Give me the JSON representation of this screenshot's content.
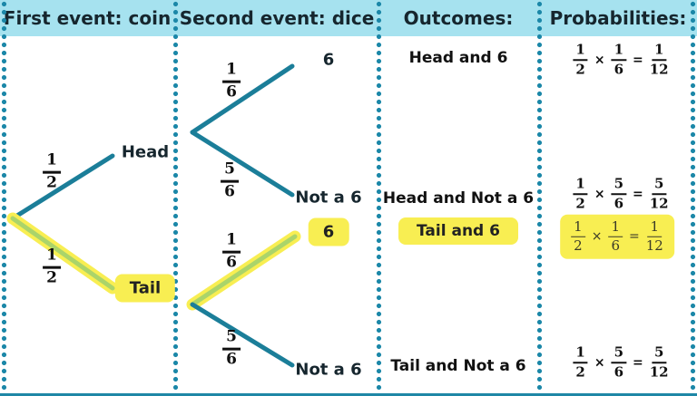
{
  "headers": {
    "col1": "First event: coin",
    "col2": "Second event: dice",
    "col3": "Outcomes:",
    "col4": "Probabilities:"
  },
  "coin_tree": {
    "head_label": "Head",
    "tail_label": "Tail",
    "head_prob": {
      "num": "1",
      "den": "2"
    },
    "tail_prob": {
      "num": "1",
      "den": "2"
    }
  },
  "dice_tree_head": {
    "six_label": "6",
    "notsix_label": "Not a 6",
    "six_prob": {
      "num": "1",
      "den": "6"
    },
    "notsix_prob": {
      "num": "5",
      "den": "6"
    }
  },
  "dice_tree_tail": {
    "six_label": "6",
    "notsix_label": "Not a 6",
    "six_prob": {
      "num": "1",
      "den": "6"
    },
    "notsix_prob": {
      "num": "5",
      "den": "6"
    }
  },
  "outcomes": {
    "row1": "Head and 6",
    "row2": "Head and Not a 6",
    "row3": "Tail and 6",
    "row4": "Tail and Not a 6"
  },
  "probabilities": {
    "row1": {
      "f1n": "1",
      "f1d": "2",
      "op": "×",
      "f2n": "1",
      "f2d": "6",
      "eq": "=",
      "f3n": "1",
      "f3d": "12"
    },
    "row2": {
      "f1n": "1",
      "f1d": "2",
      "op": "×",
      "f2n": "5",
      "f2d": "6",
      "eq": "=",
      "f3n": "5",
      "f3d": "12"
    },
    "row3": {
      "f1n": "1",
      "f1d": "2",
      "op": "×",
      "f2n": "1",
      "f2d": "6",
      "eq": "=",
      "f3n": "1",
      "f3d": "12"
    },
    "row4": {
      "f1n": "1",
      "f1d": "2",
      "op": "×",
      "f2n": "5",
      "f2d": "6",
      "eq": "=",
      "f3n": "5",
      "f3d": "12"
    }
  },
  "colors": {
    "header_blue": "#a6e2ef",
    "branch_teal": "#1b7e99",
    "dot_teal": "#1b87a8",
    "highlight_yellow": "#f8ee52",
    "highlight_core_green": "#abd46a",
    "text_dark": "#16262e"
  }
}
